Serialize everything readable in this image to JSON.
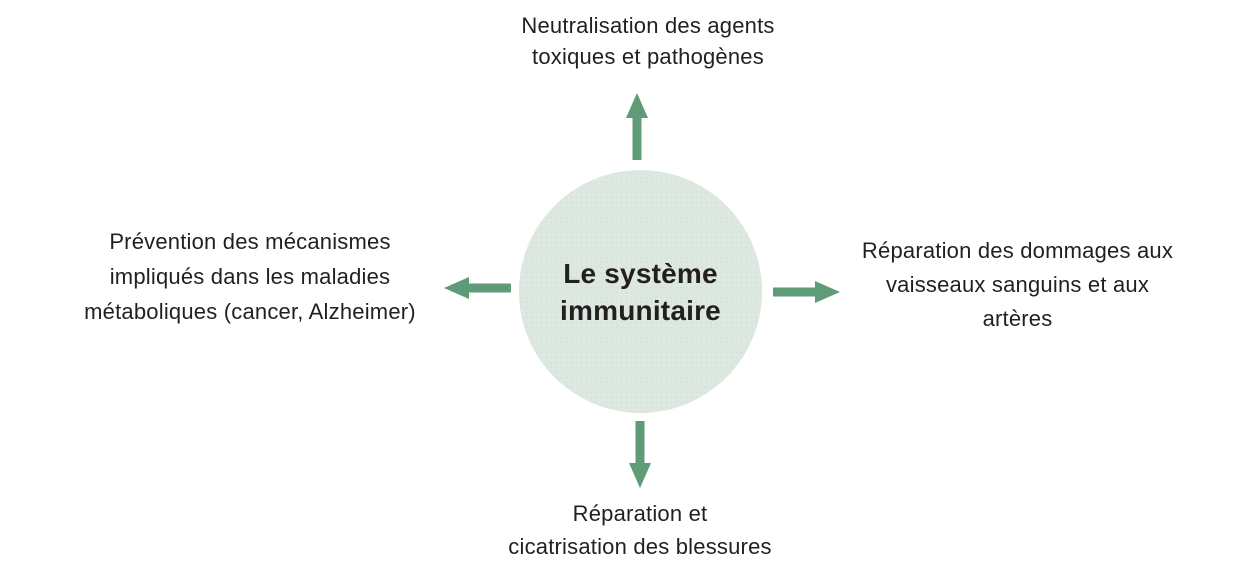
{
  "colors": {
    "background": "#ffffff",
    "circle_fill": "#dde8e0",
    "circle_dot_texture": "#d2e0d7",
    "arrow": "#5f9b76",
    "text": "#231f20"
  },
  "center": {
    "title_line1": "Le système",
    "title_line2": "immunitaire"
  },
  "labels": {
    "top": {
      "lines": [
        "Neutralisation des agents",
        "toxiques et pathogènes"
      ]
    },
    "right": {
      "lines": [
        "Réparation des dommages aux",
        "vaisseaux sanguins et aux",
        "artères"
      ]
    },
    "bottom": {
      "lines": [
        "Réparation et",
        "cicatrisation des blessures"
      ]
    },
    "left": {
      "lines": [
        "Prévention des mécanismes",
        "impliqués dans les maladies",
        "métaboliques (cancer, Alzheimer)"
      ]
    }
  },
  "icons": {
    "up": "arrow-up-icon",
    "down": "arrow-down-icon",
    "left": "arrow-left-icon",
    "right": "arrow-right-icon"
  }
}
